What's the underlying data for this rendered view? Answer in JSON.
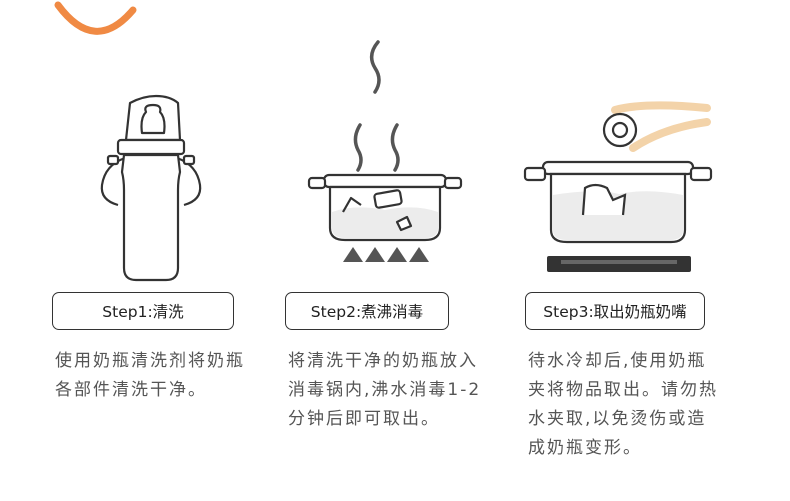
{
  "steps": [
    {
      "label": "Step1:清洗",
      "description": "使用奶瓶清洗剂将奶瓶各部件清洗干净。",
      "icon": "baby-bottle"
    },
    {
      "label": "Step2:煮沸消毒",
      "description": "将清洗干净的奶瓶放入消毒锅内,沸水消毒1-2分钟后即可取出。",
      "icon": "boiling-pot"
    },
    {
      "label": "Step3:取出奶瓶奶嘴",
      "description": "待水冷却后,使用奶瓶夹将物品取出。请勿热水夹取,以免烫伤或造成奶瓶变形。",
      "icon": "tongs-pot"
    }
  ],
  "colors": {
    "outline": "#333333",
    "accent": "#f08a44",
    "tongs": "#f3d3a9",
    "water": "#e6e6e6",
    "flame": "#555555"
  }
}
